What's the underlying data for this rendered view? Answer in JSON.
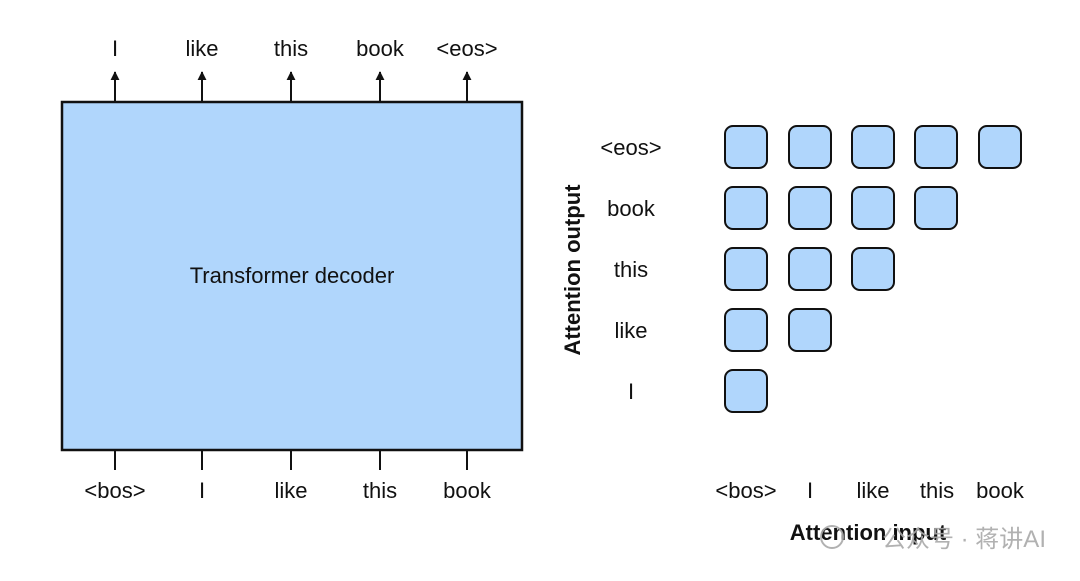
{
  "decoder": {
    "label": "Transformer decoder",
    "fill_color": "#b0d6fc",
    "outputs": [
      "I",
      "like",
      "this",
      "book",
      "<eos>"
    ],
    "inputs": [
      "<bos>",
      "I",
      "like",
      "this",
      "book"
    ]
  },
  "attention": {
    "output_axis_title": "Attention output",
    "input_axis_title": "Attention input",
    "rows_top_to_bottom": [
      "<eos>",
      "book",
      "this",
      "like",
      "I"
    ],
    "columns": [
      "<bos>",
      "I",
      "like",
      "this",
      "book"
    ],
    "cell_color": "#b0d6fc",
    "mask": "causal lower-triangular"
  },
  "watermark": {
    "text": "公众号 · 蒋讲AI"
  }
}
